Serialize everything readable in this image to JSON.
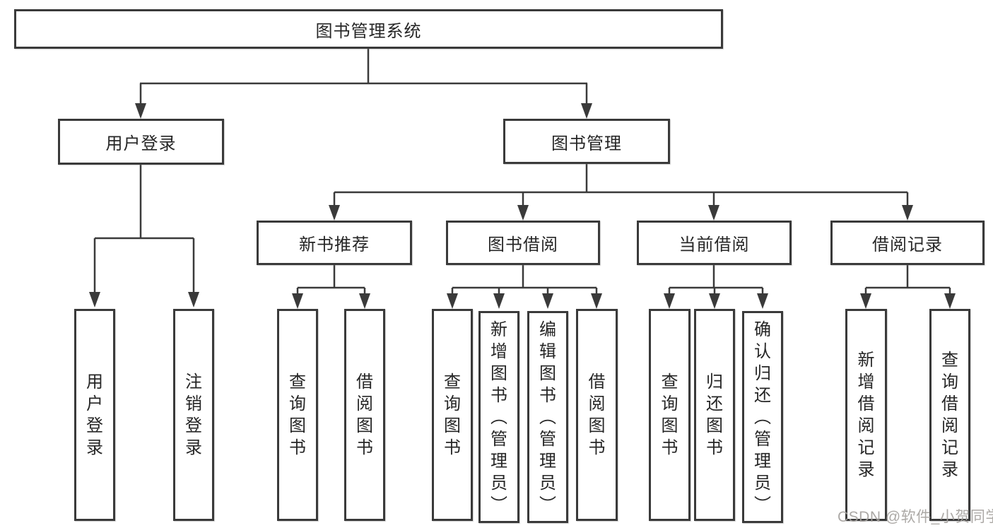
{
  "diagram": {
    "root": {
      "label": "图书管理系统"
    },
    "level2": [
      {
        "label": "用户登录"
      },
      {
        "label": "图书管理"
      }
    ],
    "level3": [
      {
        "label": "新书推荐"
      },
      {
        "label": "图书借阅"
      },
      {
        "label": "当前借阅"
      },
      {
        "label": "借阅记录"
      }
    ],
    "leaves": [
      {
        "label": "用户登录"
      },
      {
        "label": "注销登录"
      },
      {
        "label": "查询图书"
      },
      {
        "label": "借阅图书"
      },
      {
        "label": "查询图书"
      },
      {
        "label": "新增图书（管理员）"
      },
      {
        "label": "编辑图书（管理员）"
      },
      {
        "label": "借阅图书"
      },
      {
        "label": "查询图书"
      },
      {
        "label": "归还图书"
      },
      {
        "label": "确认归还（管理员）"
      },
      {
        "label": "新增借阅记录"
      },
      {
        "label": "查询借阅记录"
      }
    ]
  },
  "watermark": {
    "text": "CSDN @软件_小贺同学"
  },
  "colors": {
    "line": "#3a3a3a",
    "box_border": "#3a3a3a",
    "text": "#262626",
    "watermark": "#a5a29e",
    "background": "#ffffff"
  }
}
